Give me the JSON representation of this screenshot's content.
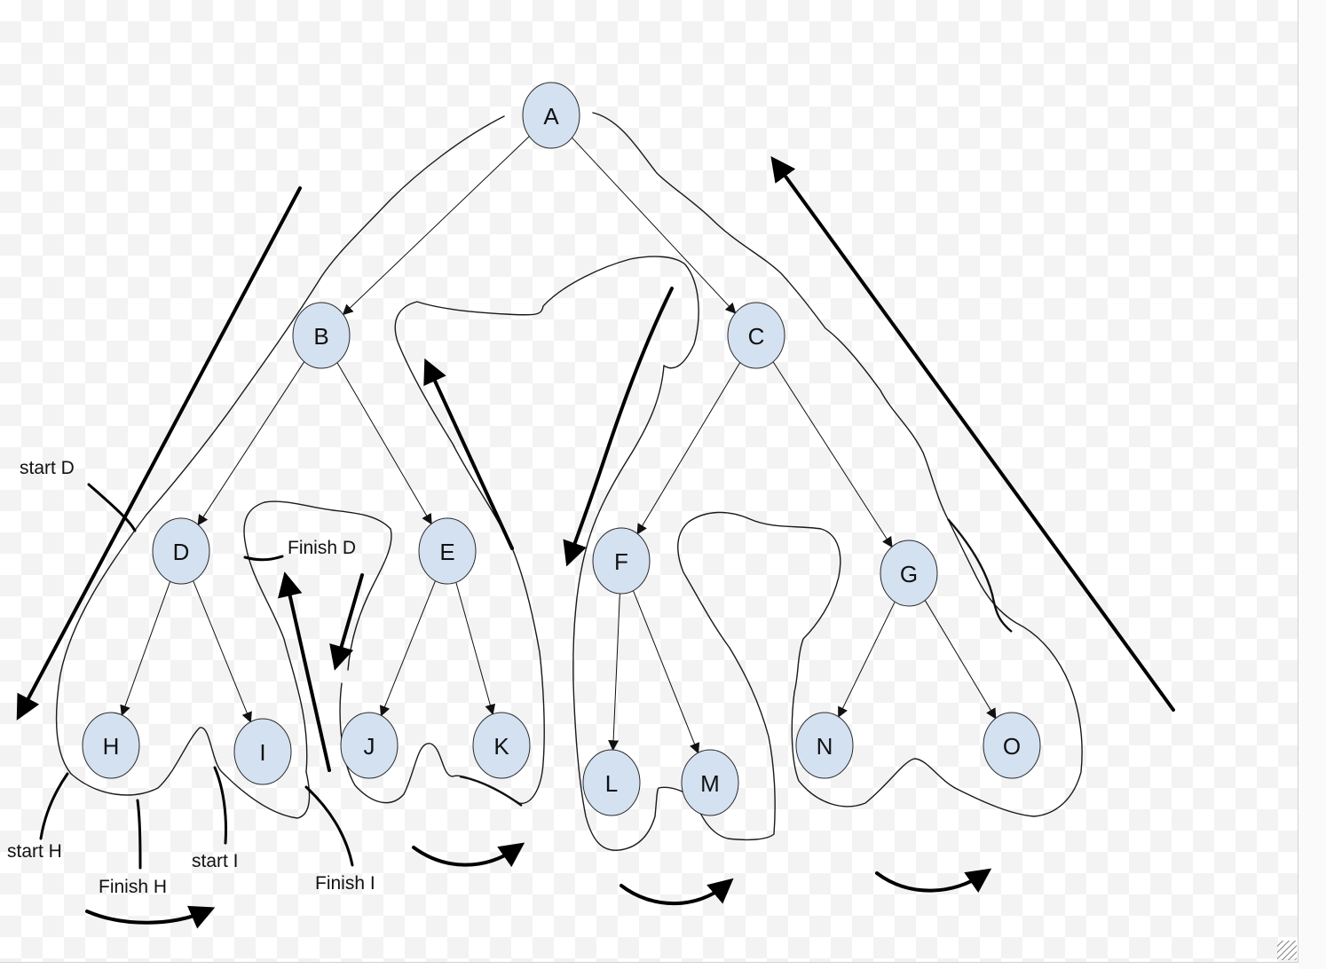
{
  "nodes": [
    {
      "id": "A",
      "label": "A"
    },
    {
      "id": "B",
      "label": "B"
    },
    {
      "id": "C",
      "label": "C"
    },
    {
      "id": "D",
      "label": "D"
    },
    {
      "id": "E",
      "label": "E"
    },
    {
      "id": "F",
      "label": "F"
    },
    {
      "id": "G",
      "label": "G"
    },
    {
      "id": "H",
      "label": "H"
    },
    {
      "id": "I",
      "label": "I"
    },
    {
      "id": "J",
      "label": "J"
    },
    {
      "id": "K",
      "label": "K"
    },
    {
      "id": "L",
      "label": "L"
    },
    {
      "id": "M",
      "label": "M"
    },
    {
      "id": "N",
      "label": "N"
    },
    {
      "id": "O",
      "label": "O"
    }
  ],
  "edges": [
    [
      "A",
      "B"
    ],
    [
      "A",
      "C"
    ],
    [
      "B",
      "D"
    ],
    [
      "B",
      "E"
    ],
    [
      "C",
      "F"
    ],
    [
      "C",
      "G"
    ],
    [
      "D",
      "H"
    ],
    [
      "D",
      "I"
    ],
    [
      "E",
      "J"
    ],
    [
      "E",
      "K"
    ],
    [
      "F",
      "L"
    ],
    [
      "F",
      "M"
    ],
    [
      "G",
      "N"
    ],
    [
      "G",
      "O"
    ]
  ],
  "annotations": {
    "start_d": "start D",
    "finish_d": "Finish D",
    "start_h": "start H",
    "finish_h": "Finish H",
    "start_i": "start I",
    "finish_i": "Finish I"
  },
  "colors": {
    "node_fill": "#d4e1f1",
    "ink": "#111111"
  }
}
